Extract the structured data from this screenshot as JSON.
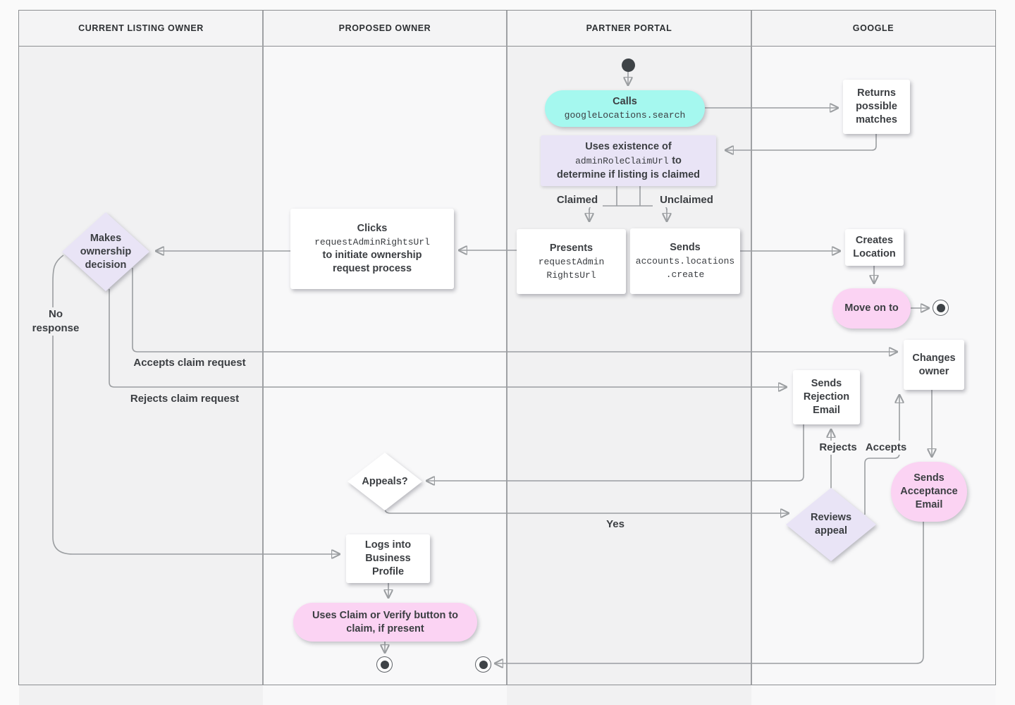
{
  "lanes": [
    {
      "label": "CURRENT LISTING OWNER"
    },
    {
      "label": "PROPOSED OWNER"
    },
    {
      "label": "PARTNER PORTAL"
    },
    {
      "label": "GOOGLE"
    }
  ],
  "colors": {
    "cyan": "#a5f8ef",
    "pink": "#fbd3f3",
    "lavender": "#e9e4f6",
    "line": "#9b9ea1",
    "text": "#3b3e42",
    "lane_gray": "#f1f1f2",
    "lane_light": "#f8f8f9"
  },
  "nodes": {
    "calls": {
      "title": "Calls",
      "code": "googleLocations.search"
    },
    "returns_matches": {
      "label": "Returns possible matches"
    },
    "uses_existence": {
      "t1": "Uses existence of",
      "code": "adminRoleClaimUrl",
      "t2": "to",
      "t3": "determine if listing is claimed"
    },
    "presents": {
      "title": "Presents",
      "code": "requestAdmin\nRightsUrl"
    },
    "sends_create": {
      "title": "Sends",
      "code": "accounts.locations\n.create"
    },
    "clicks": {
      "title": "Clicks",
      "code": "requestAdminRightsUrl",
      "rest": "to initiate ownership request process"
    },
    "makes_decision": {
      "label": "Makes ownership decision"
    },
    "creates_location": {
      "label": "Creates Location"
    },
    "move_on": {
      "label": "Move on to"
    },
    "changes_owner": {
      "label": "Changes owner"
    },
    "sends_rejection": {
      "label": "Sends Rejection Email"
    },
    "sends_acceptance": {
      "label": "Sends Acceptance Email"
    },
    "reviews_appeal": {
      "label": "Reviews appeal"
    },
    "appeals": {
      "label": "Appeals?"
    },
    "logs_in": {
      "label": "Logs into Business Profile"
    },
    "uses_claim": {
      "label": "Uses Claim or Verify button to claim, if present"
    }
  },
  "edge_labels": {
    "claimed": "Claimed",
    "unclaimed": "Unclaimed",
    "no_response": "No response",
    "accepts_claim": "Accepts claim request",
    "rejects_claim": "Rejects claim request",
    "rejects": "Rejects",
    "accepts": "Accepts",
    "yes": "Yes"
  }
}
